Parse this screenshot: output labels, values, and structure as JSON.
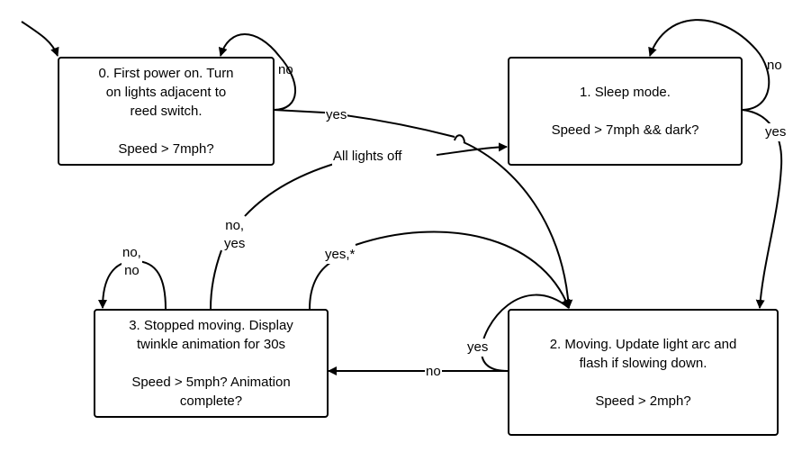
{
  "diagram": {
    "type": "state-machine",
    "states": [
      {
        "id": "s0",
        "title": "0. First power on. Turn on lights adjacent to reed switch.",
        "lines": [
          "0. First power on. Turn",
          "on lights adjacent to",
          "reed switch."
        ],
        "question": "Speed > 7mph?"
      },
      {
        "id": "s1",
        "title": "1. Sleep mode.",
        "lines": [
          "1. Sleep mode."
        ],
        "question": "Speed > 7mph && dark?"
      },
      {
        "id": "s2",
        "title": "2. Moving. Update light arc and flash if slowing down.",
        "lines": [
          "2. Moving. Update light arc and",
          "flash if slowing down."
        ],
        "question": "Speed > 2mph?"
      },
      {
        "id": "s3",
        "title": "3. Stopped moving. Display twinkle animation for 30s",
        "lines": [
          "3. Stopped moving. Display",
          "twinkle animation for 30s"
        ],
        "question_lines": [
          "Speed > 5mph? Animation",
          "complete?"
        ]
      }
    ],
    "transitions": [
      {
        "from": "start",
        "to": "s0",
        "label": ""
      },
      {
        "from": "s0",
        "to": "s0",
        "label": "no"
      },
      {
        "from": "s0",
        "to": "s2",
        "label": "yes"
      },
      {
        "from": "s1",
        "to": "s1",
        "label": "no"
      },
      {
        "from": "s1",
        "to": "s2",
        "label": "yes"
      },
      {
        "from": "s2",
        "to": "s2",
        "label": "yes"
      },
      {
        "from": "s2",
        "to": "s3",
        "label": "no"
      },
      {
        "from": "s3",
        "to": "s3",
        "label": "no,\nno"
      },
      {
        "from": "s3",
        "to": "s1",
        "label": "no,\nyes",
        "action": "All lights off"
      },
      {
        "from": "s3",
        "to": "s2",
        "label": "yes,*"
      }
    ],
    "edge_labels": {
      "s0_self": "no",
      "s0_to_s2": "yes",
      "s1_self": "no",
      "s1_to_s2": "yes",
      "s2_self": "yes",
      "s2_to_s3": "no",
      "s3_self": "no,\nno",
      "s3_to_s1": "no,\nyes",
      "s3_to_s1_action": "All lights off",
      "s3_to_s2": "yes,*"
    },
    "colors": {
      "stroke": "#000000",
      "background": "#ffffff"
    }
  }
}
